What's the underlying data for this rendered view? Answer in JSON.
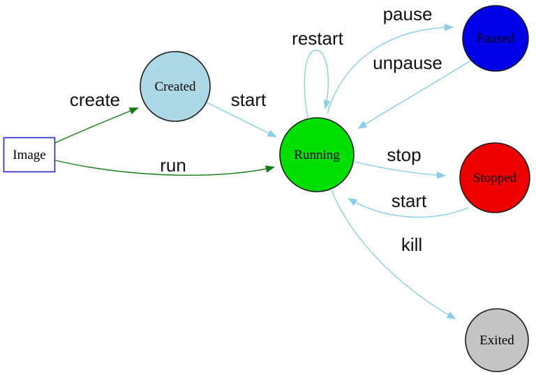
{
  "diagram": {
    "description": "Container lifecycle state diagram",
    "background_color": "#ffffff",
    "colors": {
      "primary_edge": "#107c10",
      "secondary_edge": "#87ceeb",
      "node_border": "#1a1a1a"
    },
    "nodes": {
      "image": {
        "label": "Image",
        "shape": "rectangle",
        "fill": "#ffffff",
        "stroke": "#2222cc",
        "text_color": "#000000"
      },
      "created": {
        "label": "Created",
        "shape": "circle",
        "fill": "#add8e6",
        "stroke": "#1a1a1a",
        "text_color": "#000000"
      },
      "running": {
        "label": "Running",
        "shape": "circle",
        "fill": "#00df00",
        "stroke": "#1a1a1a",
        "text_color": "#000000"
      },
      "paused": {
        "label": "Paused",
        "shape": "circle",
        "fill": "#0000e8",
        "stroke": "#1a1a1a",
        "text_color": "#000000"
      },
      "stopped": {
        "label": "Stopped",
        "shape": "circle",
        "fill": "#ee0000",
        "stroke": "#1a1a1a",
        "text_color": "#000000"
      },
      "exited": {
        "label": "Exited",
        "shape": "circle",
        "fill": "#c4c4c4",
        "stroke": "#1a1a1a",
        "text_color": "#000000"
      }
    },
    "edges": {
      "create": {
        "label": "create",
        "from": "image",
        "to": "created",
        "color": "#107c10"
      },
      "run": {
        "label": "run",
        "from": "image",
        "to": "running",
        "color": "#107c10"
      },
      "start_created": {
        "label": "start",
        "from": "created",
        "to": "running",
        "color": "#87ceeb"
      },
      "restart": {
        "label": "restart",
        "from": "running",
        "to": "running",
        "color": "#87ceeb"
      },
      "pause": {
        "label": "pause",
        "from": "running",
        "to": "paused",
        "color": "#87ceeb"
      },
      "unpause": {
        "label": "unpause",
        "from": "paused",
        "to": "running",
        "color": "#87ceeb"
      },
      "stop": {
        "label": "stop",
        "from": "running",
        "to": "stopped",
        "color": "#87ceeb"
      },
      "start_stopped": {
        "label": "start",
        "from": "stopped",
        "to": "running",
        "color": "#87ceeb"
      },
      "kill": {
        "label": "kill",
        "from": "running",
        "to": "exited",
        "color": "#87ceeb"
      }
    }
  }
}
